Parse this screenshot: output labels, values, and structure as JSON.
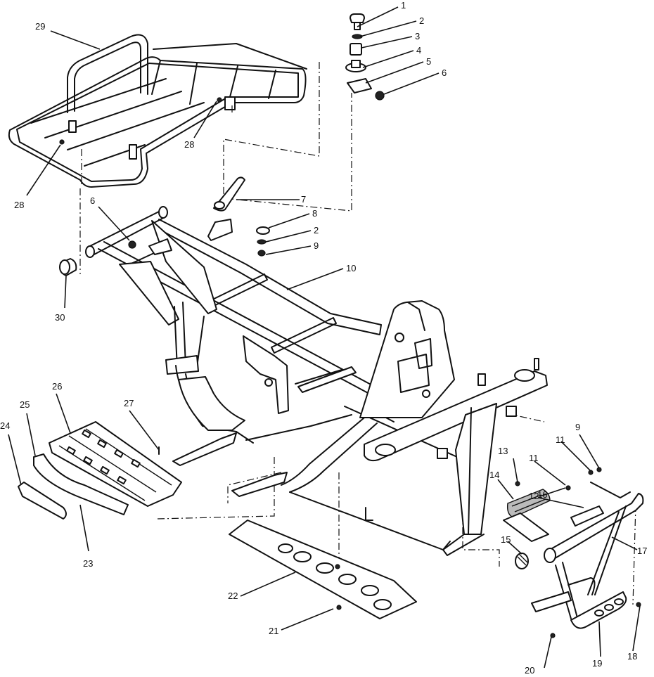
{
  "callouts": [
    {
      "id": "c1",
      "label": "1"
    },
    {
      "id": "c2a",
      "label": "2"
    },
    {
      "id": "c3",
      "label": "3"
    },
    {
      "id": "c4",
      "label": "4"
    },
    {
      "id": "c5",
      "label": "5"
    },
    {
      "id": "c6a",
      "label": "6"
    },
    {
      "id": "c6b",
      "label": "6"
    },
    {
      "id": "c7",
      "label": "7"
    },
    {
      "id": "c8",
      "label": "8"
    },
    {
      "id": "c2b",
      "label": "2"
    },
    {
      "id": "c9a",
      "label": "9"
    },
    {
      "id": "c10",
      "label": "10"
    },
    {
      "id": "c29",
      "label": "29"
    },
    {
      "id": "c28a",
      "label": "28"
    },
    {
      "id": "c28b",
      "label": "28"
    },
    {
      "id": "c30",
      "label": "30"
    },
    {
      "id": "c26",
      "label": "26"
    },
    {
      "id": "c25",
      "label": "25"
    },
    {
      "id": "c24",
      "label": "24"
    },
    {
      "id": "c27",
      "label": "27"
    },
    {
      "id": "c23",
      "label": "23"
    },
    {
      "id": "c22",
      "label": "22"
    },
    {
      "id": "c21",
      "label": "21"
    },
    {
      "id": "c9b",
      "label": "9"
    },
    {
      "id": "c11a",
      "label": "11"
    },
    {
      "id": "c11b",
      "label": "11"
    },
    {
      "id": "c12",
      "label": "12"
    },
    {
      "id": "c13",
      "label": "13"
    },
    {
      "id": "c14",
      "label": "14"
    },
    {
      "id": "c16",
      "label": "16"
    },
    {
      "id": "c15",
      "label": "15"
    },
    {
      "id": "c17",
      "label": "17"
    },
    {
      "id": "c18",
      "label": "18"
    },
    {
      "id": "c19",
      "label": "19"
    },
    {
      "id": "c20",
      "label": "20"
    }
  ]
}
